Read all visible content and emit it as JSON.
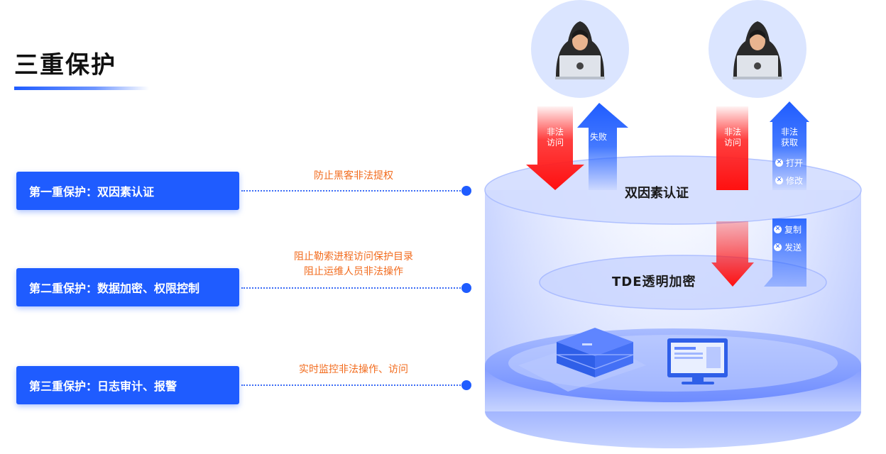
{
  "title": "三重保护",
  "layers": [
    {
      "box_label": "第一重保护：双因素认证",
      "note": [
        "防止黑客非法提权"
      ]
    },
    {
      "box_label": "第二重保护：数据加密、权限控制",
      "note": [
        "阻止勒索进程访问保护目录",
        "阻止运维人员非法操作"
      ]
    },
    {
      "box_label": "第三重保护：日志审计、报警",
      "note": [
        "实时监控非法操作、访问"
      ]
    }
  ],
  "diagram": {
    "top_layer_label": "双因素认证",
    "mid_layer_label": "TDE透明加密",
    "left_hacker": {
      "down_arrow": [
        "非法",
        "访问"
      ],
      "up_arrow": [
        "失败"
      ]
    },
    "right_hacker": {
      "down_arrow": [
        "非法",
        "访问"
      ],
      "up_arrow": [
        "非法",
        "获取"
      ],
      "blocked_top": [
        "打开",
        "修改"
      ],
      "blocked_mid": [
        "复制",
        "发送"
      ]
    },
    "colors": {
      "primary": "#1f5cff",
      "danger": "#ff1a1a",
      "note": "#f26b1d"
    }
  }
}
